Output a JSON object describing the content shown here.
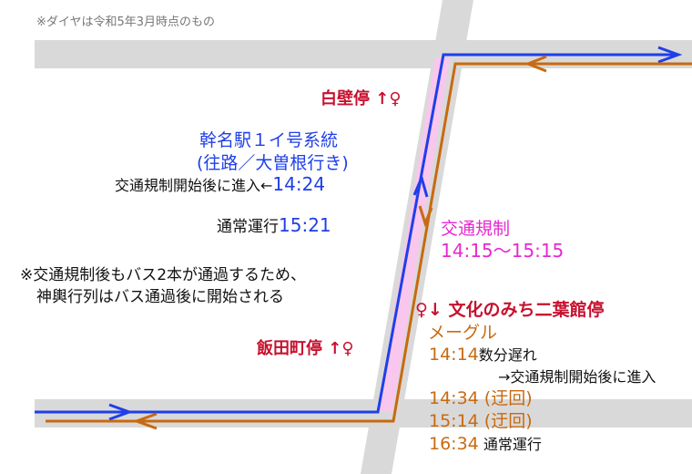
{
  "note": "※ダイヤは令和5年3月時点のもの",
  "stops": {
    "shirakabe": "白壁停 ↑♀",
    "iida": "飯田町停 ↑♀",
    "bunka": "♀↓ 文化のみち二葉館停"
  },
  "route_1": {
    "name": "幹名駅１イ号系統",
    "direction": "(往路／大曽根行き)",
    "entry_label": "交通規制開始後に進入←",
    "entry_time": "14:24",
    "resume_label": "通常運行",
    "resume_time": "15:21"
  },
  "restriction": {
    "label": "交通規制",
    "period": "14:15〜15:15"
  },
  "explanation": [
    "※交通規制後もバス2本が通過するため、",
    "神輿行列はバス通過後に開始される"
  ],
  "meguru": {
    "name": "メーグル",
    "entries": [
      {
        "time": "14:14",
        "note": "数分遅れ"
      },
      {
        "time": "",
        "note": "→交通規制開始後に進入"
      },
      {
        "time": "14:34 (迂回)",
        "note": ""
      },
      {
        "time": "15:14 (迂回)",
        "note": ""
      },
      {
        "time": "16:34",
        "note": "通常運行"
      }
    ]
  },
  "colors": {
    "route_1": "#1f3fe8",
    "meguru": "#c86a10",
    "restriction": "#e628d2",
    "stop": "#c8102e",
    "restricted_segment": "#f9c6ee",
    "road": "#d9d9d9"
  }
}
